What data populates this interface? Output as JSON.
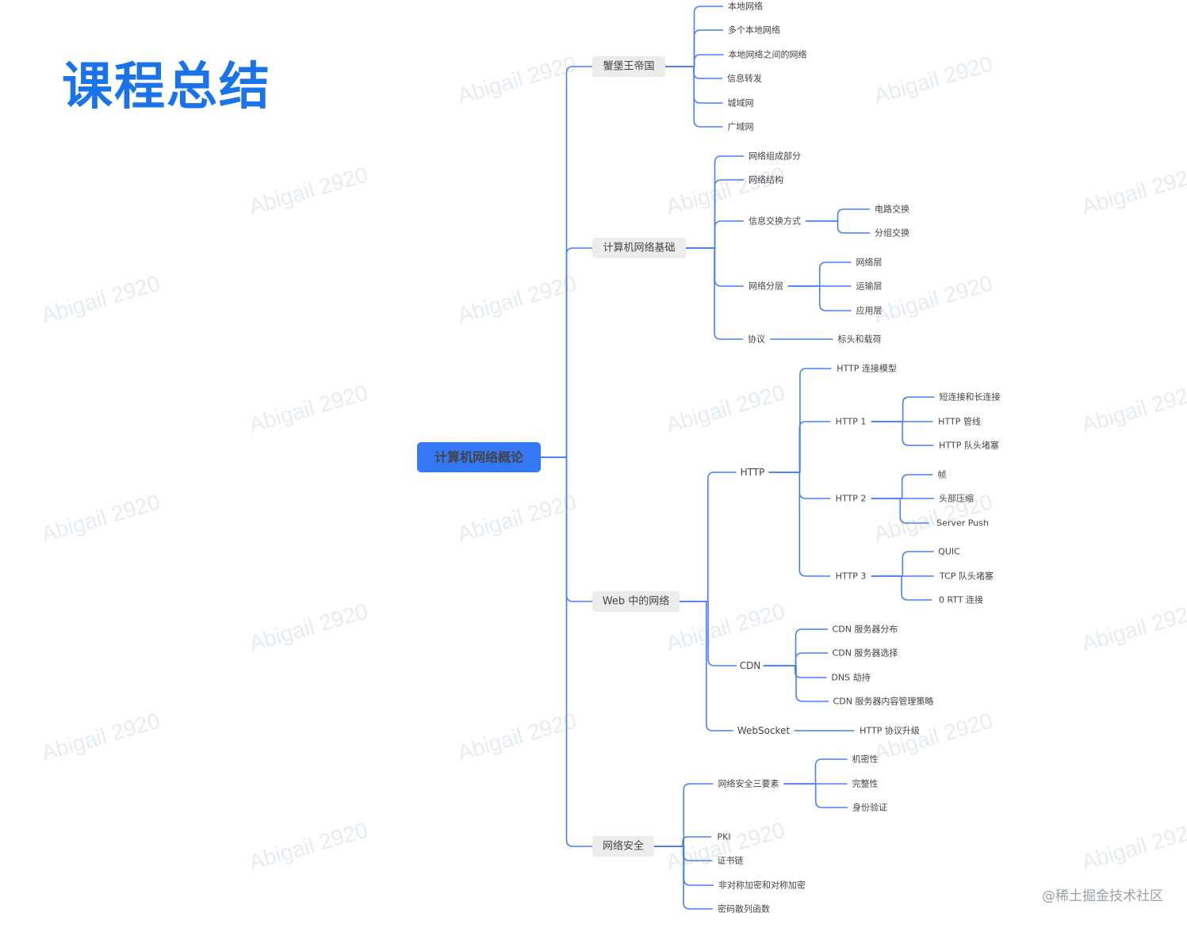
{
  "title": "课程总结",
  "footer": "@稀土掘金技术社区",
  "watermark": "Abigail 2920",
  "colors": {
    "accent": "#1a73e8",
    "line": "#4a80f0",
    "root": "#3478f6",
    "branch_bg": "#ececec"
  },
  "mindmap": {
    "root": "计算机网络概论",
    "branches": [
      {
        "label": "蟹堡王帝国",
        "children": [
          {
            "label": "本地网络"
          },
          {
            "label": "多个本地网络"
          },
          {
            "label": "本地网络之间的网络"
          },
          {
            "label": "信息转发"
          },
          {
            "label": "城域网"
          },
          {
            "label": "广域网"
          }
        ]
      },
      {
        "label": "计算机网络基础",
        "children": [
          {
            "label": "网络组成部分"
          },
          {
            "label": "网络结构"
          },
          {
            "label": "信息交换方式",
            "children": [
              {
                "label": "电路交换"
              },
              {
                "label": "分组交换"
              }
            ]
          },
          {
            "label": "网络分层",
            "children": [
              {
                "label": "网络层"
              },
              {
                "label": "运输层"
              },
              {
                "label": "应用层"
              }
            ]
          },
          {
            "label": "协议",
            "children": [
              {
                "label": "标头和载荷"
              }
            ]
          }
        ]
      },
      {
        "label": "Web 中的网络",
        "children": [
          {
            "label": "HTTP",
            "children": [
              {
                "label": "HTTP 连接模型"
              },
              {
                "label": "HTTP 1",
                "children": [
                  {
                    "label": "短连接和长连接"
                  },
                  {
                    "label": "HTTP 管线"
                  },
                  {
                    "label": "HTTP 队头堵塞"
                  }
                ]
              },
              {
                "label": "HTTP 2",
                "children": [
                  {
                    "label": "帧"
                  },
                  {
                    "label": "头部压缩"
                  },
                  {
                    "label": "Server Push"
                  }
                ]
              },
              {
                "label": "HTTP 3",
                "children": [
                  {
                    "label": "QUIC"
                  },
                  {
                    "label": "TCP 队头堵塞"
                  },
                  {
                    "label": "0 RTT 连接"
                  }
                ]
              }
            ]
          },
          {
            "label": "CDN",
            "children": [
              {
                "label": "CDN 服务器分布"
              },
              {
                "label": "CDN 服务器选择"
              },
              {
                "label": "DNS 劫持"
              },
              {
                "label": "CDN 服务器内容管理策略"
              }
            ]
          },
          {
            "label": "WebSocket",
            "children": [
              {
                "label": "HTTP 协议升级"
              }
            ]
          }
        ]
      },
      {
        "label": "网络安全",
        "children": [
          {
            "label": "网络安全三要素",
            "children": [
              {
                "label": "机密性"
              },
              {
                "label": "完整性"
              },
              {
                "label": "身份验证"
              }
            ]
          },
          {
            "label": "PKI"
          },
          {
            "label": "证书链"
          },
          {
            "label": "非对称加密和对称加密"
          },
          {
            "label": "密码散列函数"
          }
        ]
      }
    ]
  }
}
